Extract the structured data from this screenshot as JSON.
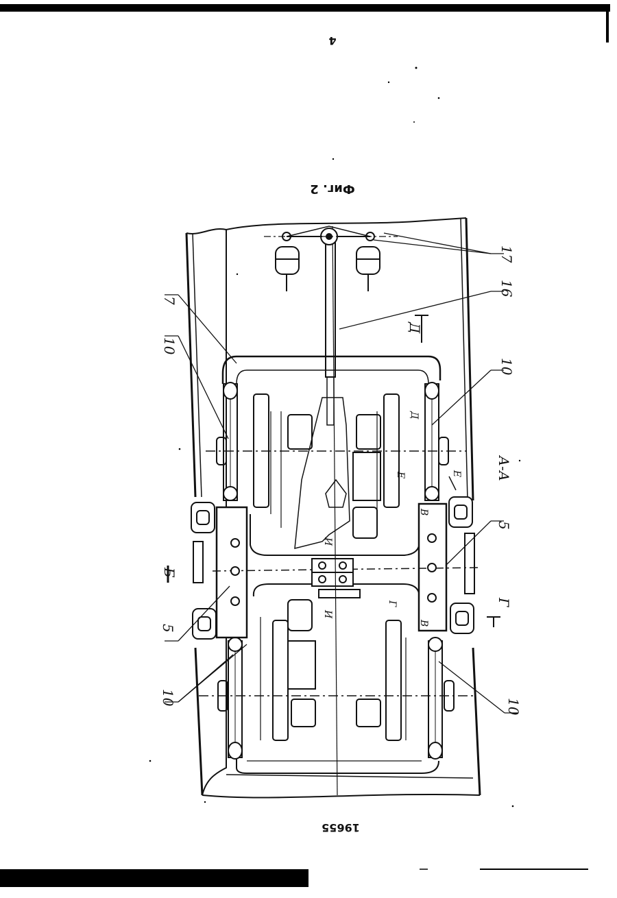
{
  "document": {
    "page_mark": "4",
    "caption": "Фиг. 2",
    "patent_number": "19655"
  },
  "callouts": {
    "l17": "17",
    "l16": "16",
    "l7": "7",
    "l10_top_left": "10",
    "l10_top_right": "10",
    "l10_bottom_left": "10",
    "l10_bottom_right": "10",
    "l5_left": "5",
    "l5_right": "5",
    "section_AA": "А-А",
    "sec_B": "Б",
    "sec_D": "Д",
    "sec_D_small": "Д",
    "sec_E": "Е",
    "sec_E_small": "Е",
    "sec_G": "Г",
    "sec_G_small": "Г",
    "sec_V_top": "В",
    "sec_V_bottom": "В",
    "sec_I_top": "И",
    "sec_I_bottom": "И"
  }
}
